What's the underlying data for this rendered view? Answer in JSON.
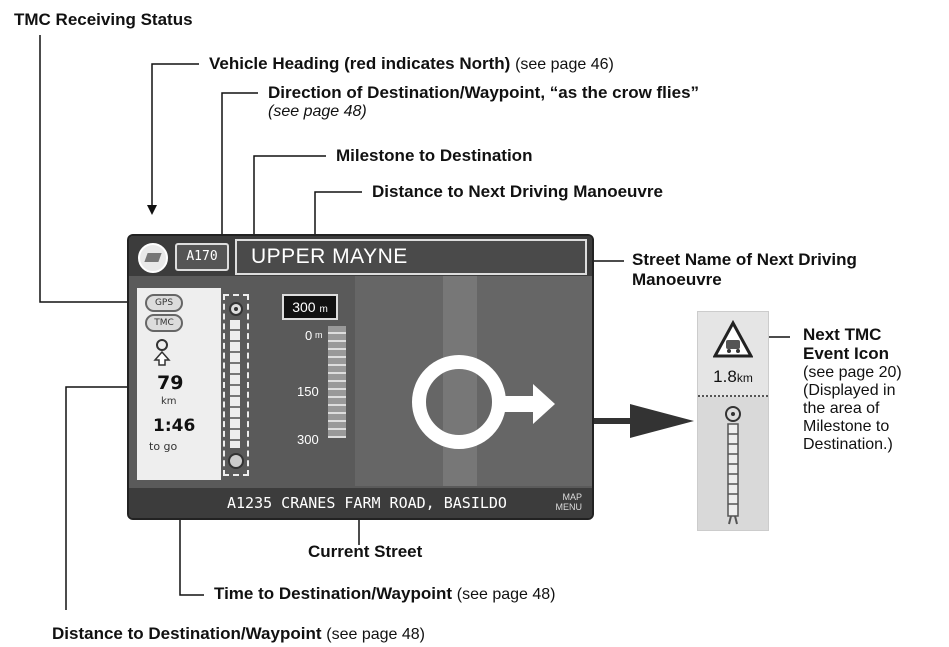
{
  "labels": {
    "tmc_status": "TMC Receiving Status",
    "heading_bold": "Vehicle Heading (red indicates North)",
    "heading_ref": "(see page 46)",
    "direction_bold": "Direction of Destination/Waypoint, “as the crow flies”",
    "direction_ref": "(see page 48)",
    "milestone": "Milestone to Destination",
    "manoeuvre_distance": "Distance to Next Driving Manoeuvre",
    "street_next_line1": "Street Name of Next Driving",
    "street_next_line2": "Manoeuvre",
    "tmc_event_line1": "Next TMC",
    "tmc_event_line2": "Event Icon",
    "tmc_event_ref": "(see page 20)",
    "tmc_event_note1": "(Displayed in",
    "tmc_event_note2": "the area of",
    "tmc_event_note3": "Milestone to",
    "tmc_event_note4": "Destination.)",
    "current_street": "Current Street",
    "time_bold": "Time to Destination/Waypoint",
    "time_ref": "(see page 48)",
    "distance_bold": "Distance to Destination/Waypoint",
    "distance_ref": "(see page 48)"
  },
  "screen": {
    "route_number": "A170",
    "street_name": "UPPER MAYNE",
    "gps_label": "GPS",
    "tmc_label": "TMC",
    "distance_value": "79",
    "distance_unit": "km",
    "time_value": "1:46",
    "time_caption": "to go",
    "manoeuvre_distance": "300",
    "manoeuvre_unit": "m",
    "scale_ticks": [
      "0",
      "150",
      "300"
    ],
    "scale_unit": "m",
    "current_street": "A1235 CRANES FARM ROAD, BASILDO",
    "map_menu_line1": "MAP",
    "map_menu_line2": "MENU"
  },
  "inset": {
    "event_distance": "1.8",
    "event_unit": "km"
  },
  "colors": {
    "screen_bg": "#5a5a5a",
    "bar_bg": "#3c3c3c",
    "panel_bg": "#eeeeee"
  }
}
